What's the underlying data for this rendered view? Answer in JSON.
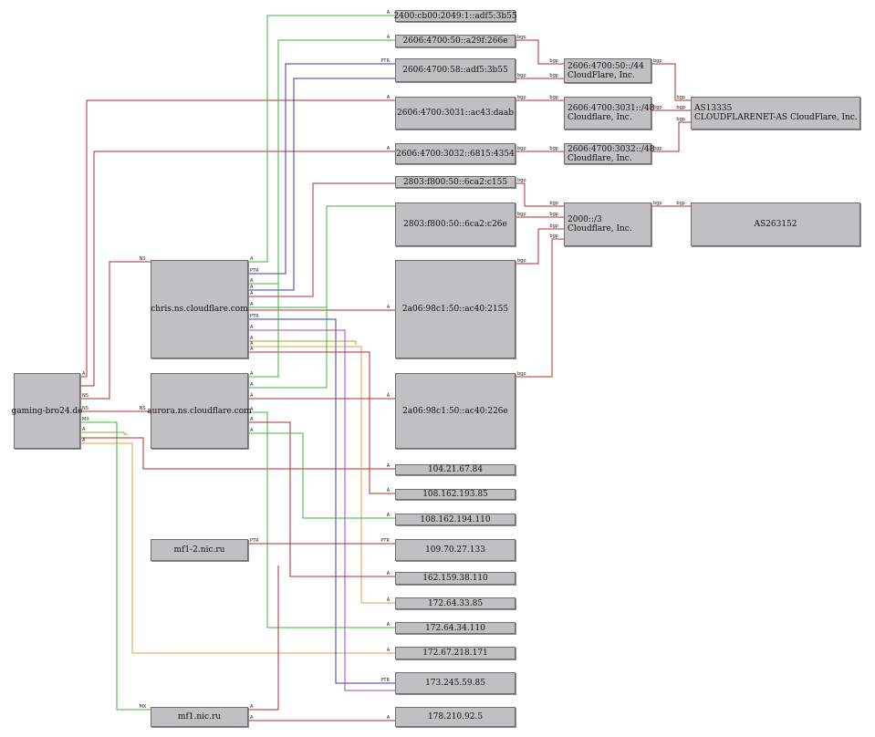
{
  "nodes": {
    "gaming": "gaming-bro24.de",
    "chris": "chris.ns.cloudflare.com",
    "aurora": "aurora.ns.cloudflare.com",
    "mf12": "mf1-2.nic.ru",
    "mf1": "mf1.nic.ru",
    "v6_1": "2400:cb00:2049:1::adf5:3b55",
    "v6_2": "2606:4700:50::a29f:266e",
    "v6_3": "2606:4700:58::adf5:3b55",
    "v6_4": "2606:4700:3031::ac43:daab",
    "v6_5": "2606:4700:3032::6815:4354",
    "v6_6": "2803:f800:50::6ca2:c155",
    "v6_7": "2803:f800:50::6ca2:c26e",
    "v6_8": "2a06:98c1:50::ac40:2155",
    "v6_9": "2a06:98c1:50::ac40:226e",
    "pfx1": [
      "2606:4700:50::/44",
      "CloudFlare, Inc."
    ],
    "pfx2": [
      "2606:4700:3031::/48",
      "Cloudflare, Inc."
    ],
    "pfx3": [
      "2606:4700:3032::/48",
      "Cloudflare, Inc."
    ],
    "pfx4": [
      "2000::/3",
      "Cloudflare, Inc."
    ],
    "as1": [
      "AS13335",
      "CLOUDFLARENET-AS CloudFlare, Inc."
    ],
    "as2": "AS263152",
    "ip1": "104.21.67.84",
    "ip2": "108.162.193.85",
    "ip3": "108.162.194.110",
    "ip4": "109.70.27.133",
    "ip5": "162.159.38.110",
    "ip6": "172.64.33.85",
    "ip7": "172.64.34.110",
    "ip8": "172.67.218.171",
    "ip9": "173.245.59.85",
    "ip10": "178.210.92.5"
  },
  "edge_labels": {
    "a": "A",
    "ns": "NS",
    "mx": "MX",
    "ptr": "PTR",
    "bgp": "bgp"
  },
  "colors": {
    "red": "#b52b2b",
    "green": "#3cb63c",
    "blue": "#3a3aa6",
    "orange": "#dba04a",
    "purple": "#b33cc4",
    "olive": "#a5a81c",
    "node_fill": "#c0bfc2",
    "node_border": "#6e6e6e"
  }
}
